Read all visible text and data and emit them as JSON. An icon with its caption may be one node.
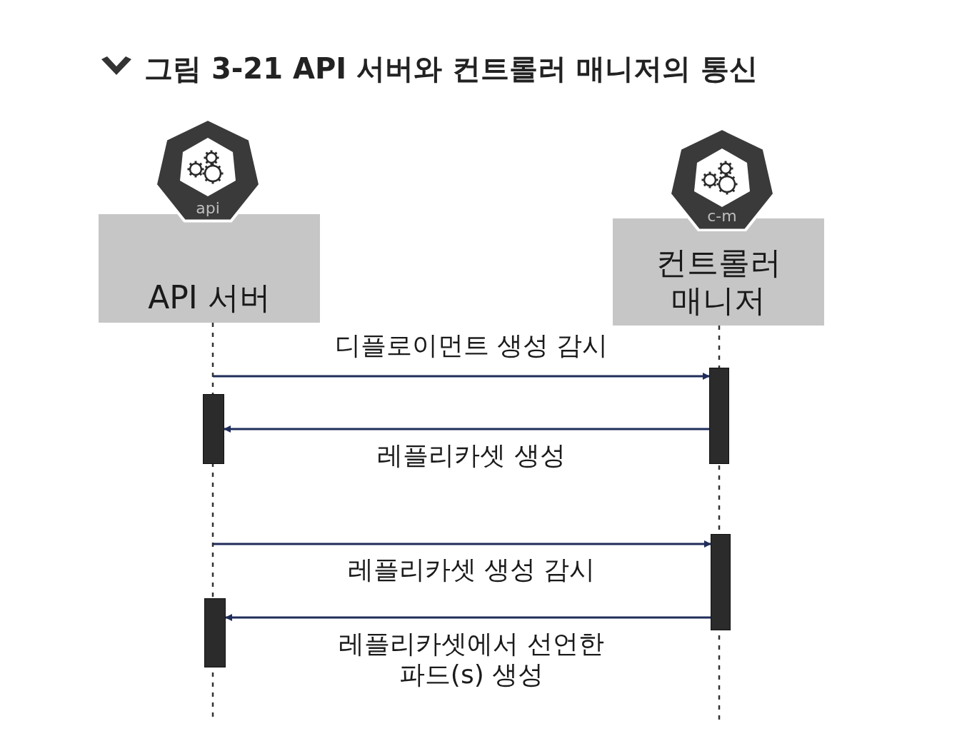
{
  "diagram": {
    "title": "그림 3-21 API 서버와 컨트롤러 매니저의 통신",
    "nodes": [
      {
        "text": [
          "api"
        ]
      },
      {
        "text": [
          "API 서버"
        ]
      },
      {
        "text": [
          "c-m"
        ]
      },
      {
        "text": [
          "컨트롤러 매니저"
        ]
      },
      {
        "text": [],
        "shape": "bar"
      },
      {
        "text": [],
        "shape": "bar"
      },
      {
        "text": [],
        "shape": "bar"
      },
      {
        "text": [],
        "shape": "bar"
      }
    ],
    "edges": [
      {
        "from": null,
        "to": 4,
        "arrow": "to",
        "label": "디플로이먼트 생성 감시"
      },
      {
        "from": 4,
        "to": 5,
        "arrow": "to",
        "label": "레플리카셋 생성"
      },
      {
        "from": null,
        "to": 6,
        "arrow": "to",
        "label": "레플리카셋 생성 감시"
      },
      {
        "from": 6,
        "to": 7,
        "arrow": "to",
        "label": "레플리카셋에서 선언한 파드(s) 생성"
      }
    ]
  }
}
